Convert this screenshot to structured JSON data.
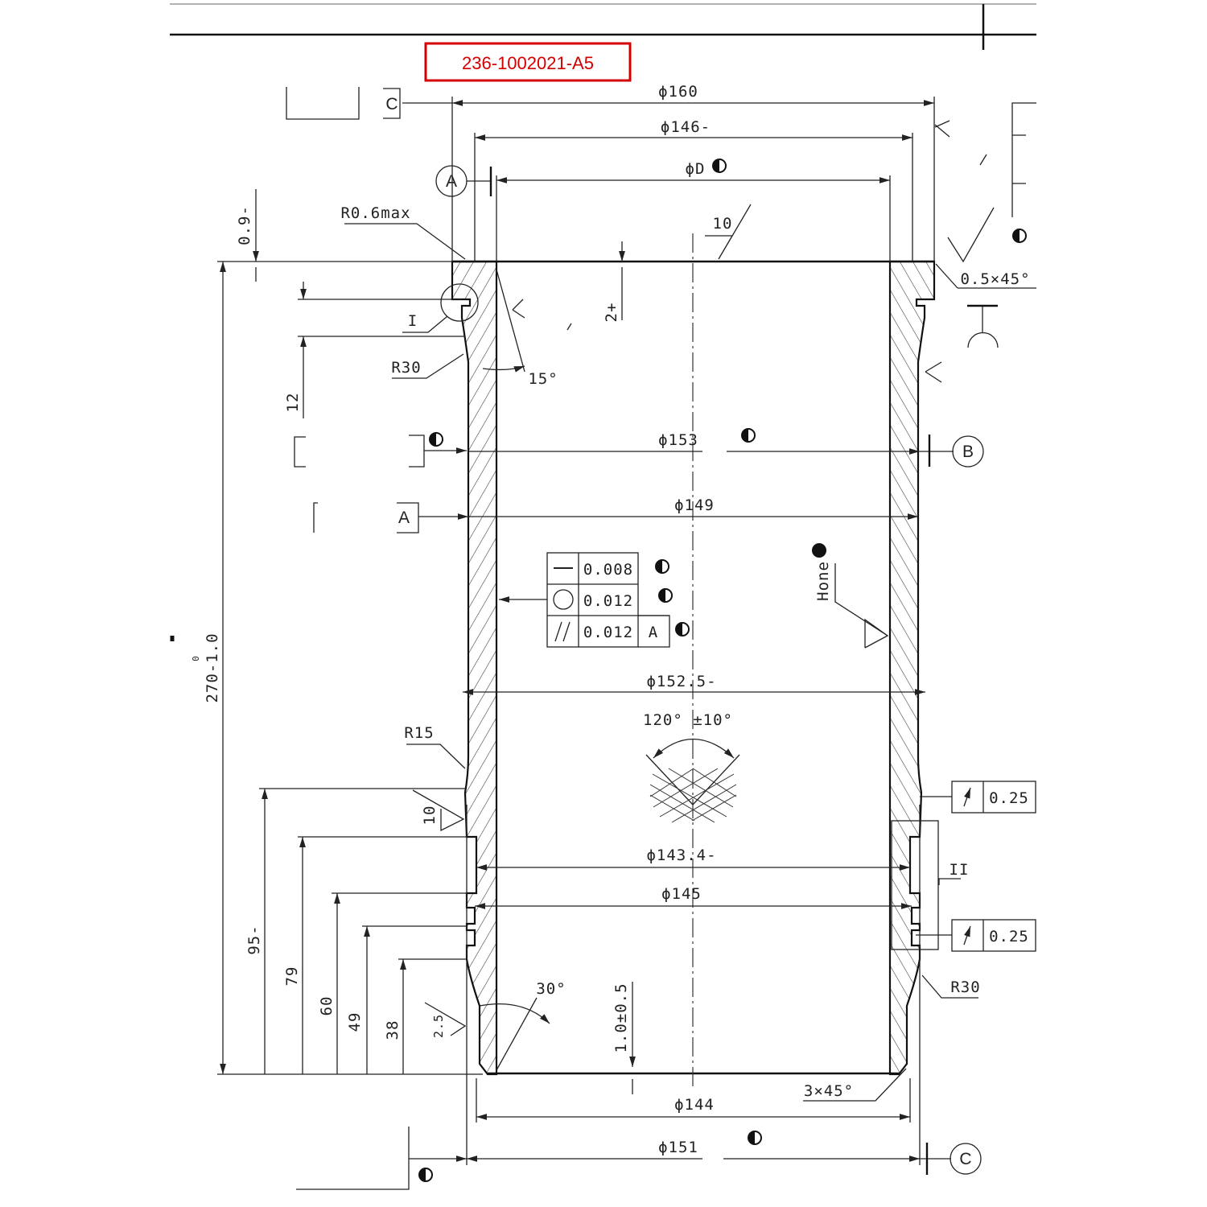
{
  "part_number": "236-1002021-A5",
  "colors": {
    "part_number": "#d40000",
    "line": "#222222"
  },
  "dims": {
    "d160": "ϕ160",
    "d146": "ϕ146-",
    "dD": "ϕD",
    "d153": "ϕ153",
    "d149": "ϕ149",
    "d152_5": "ϕ152.5-",
    "d143_4": "ϕ143.4-",
    "d145": "ϕ145",
    "d144": "ϕ144",
    "d151": "ϕ151",
    "h270": "270-1.0",
    "h270_upper": "0",
    "h0_9": "0.9-",
    "h12": "12",
    "h2": "2+",
    "h95": "95-",
    "h79": "79",
    "h60": "60",
    "h49": "49",
    "h38": "38",
    "h1_0": "1.0±0.5"
  },
  "notes": {
    "r0_6": "R0.6max",
    "r30_top": "R30",
    "r15": "R15",
    "r30_bottom": "R30",
    "chamfer_top": "0.5×45°",
    "chamfer_bottom": "3×45°",
    "angle15": "15°",
    "angle30": "30°",
    "hone_angle": "120° ±10°",
    "hone": "Hone",
    "detail_I": "I",
    "detail_II": "II",
    "rough10_top": "10",
    "rough10_side": "10",
    "rough2_5": "2.5"
  },
  "datums": {
    "A": "A",
    "B": "B",
    "C": "C",
    "A_box": "A",
    "C_box": "C"
  },
  "fcf": [
    {
      "symbol": "straightness",
      "value": "0.008",
      "datum": ""
    },
    {
      "symbol": "circularity",
      "value": "0.012",
      "datum": ""
    },
    {
      "symbol": "parallelism",
      "value": "0.012",
      "datum": "A"
    }
  ],
  "runout": [
    {
      "value": "0.25"
    },
    {
      "value": "0.25"
    }
  ]
}
